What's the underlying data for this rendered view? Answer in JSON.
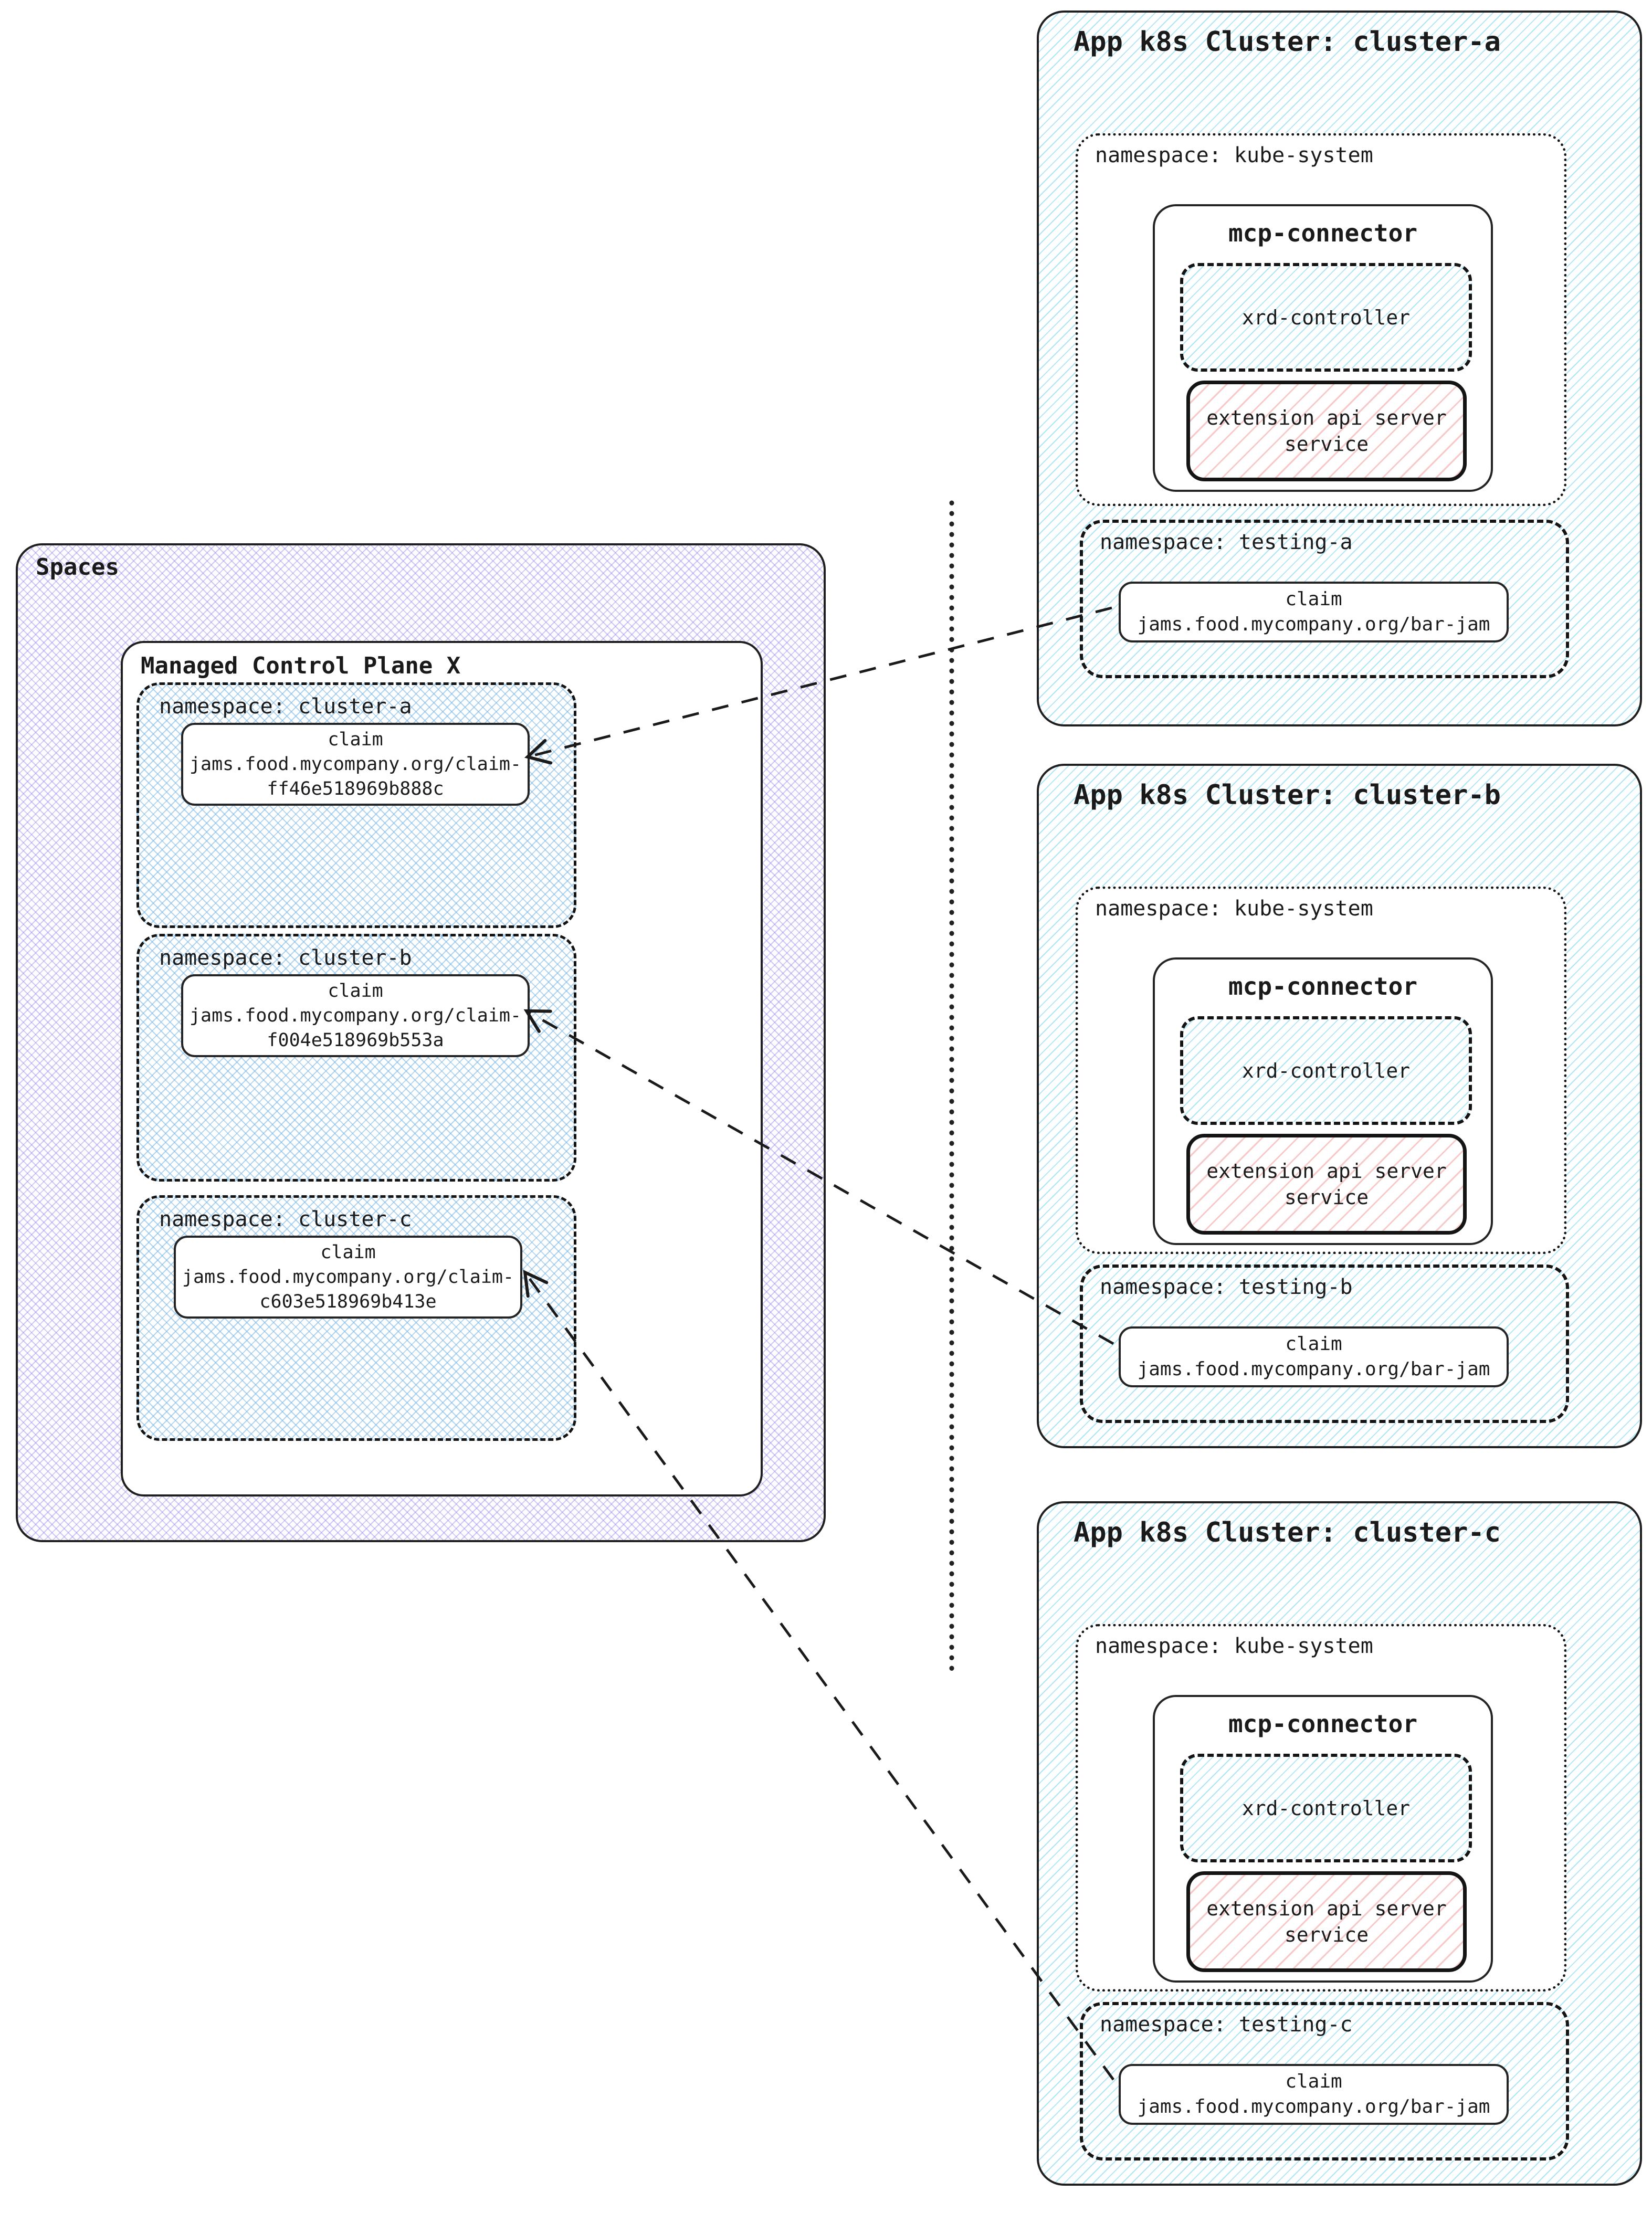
{
  "spaces": {
    "label": "Spaces",
    "control_plane": {
      "label": "Managed Control Plane X",
      "namespaces": [
        {
          "label": "namespace: cluster-a",
          "claim": {
            "kind": "claim",
            "resource_line1": "jams.food.mycompany.org/claim-",
            "resource_line2": "ff46e518969b888c"
          }
        },
        {
          "label": "namespace: cluster-b",
          "claim": {
            "kind": "claim",
            "resource_line1": "jams.food.mycompany.org/claim-",
            "resource_line2": "f004e518969b553a"
          }
        },
        {
          "label": "namespace: cluster-c",
          "claim": {
            "kind": "claim",
            "resource_line1": "jams.food.mycompany.org/claim-",
            "resource_line2": "c603e518969b413e"
          }
        }
      ]
    }
  },
  "clusters": [
    {
      "title": "App k8s Cluster: cluster-a",
      "kube_system": {
        "label": "namespace: kube-system",
        "mcp_connector": {
          "title": "mcp-connector",
          "xrd_controller": "xrd-controller",
          "ext_api_line1": "extension api server",
          "ext_api_line2": "service"
        }
      },
      "testing": {
        "label": "namespace: testing-a",
        "claim": {
          "kind": "claim",
          "resource": "jams.food.mycompany.org/bar-jam"
        }
      }
    },
    {
      "title": "App k8s Cluster: cluster-b",
      "kube_system": {
        "label": "namespace: kube-system",
        "mcp_connector": {
          "title": "mcp-connector",
          "xrd_controller": "xrd-controller",
          "ext_api_line1": "extension api server",
          "ext_api_line2": "service"
        }
      },
      "testing": {
        "label": "namespace: testing-b",
        "claim": {
          "kind": "claim",
          "resource": "jams.food.mycompany.org/bar-jam"
        }
      }
    },
    {
      "title": "App k8s Cluster: cluster-c",
      "kube_system": {
        "label": "namespace: kube-system",
        "mcp_connector": {
          "title": "mcp-connector",
          "xrd_controller": "xrd-controller",
          "ext_api_line1": "extension api server",
          "ext_api_line2": "service"
        }
      },
      "testing": {
        "label": "namespace: testing-c",
        "claim": {
          "kind": "claim",
          "resource": "jams.food.mycompany.org/bar-jam"
        }
      }
    }
  ],
  "colors": {
    "border": "#1f1f1f",
    "hatch_purple": "#9c88eb",
    "hatch_blue": "#7db9e6",
    "hatch_cyan": "#5acdee",
    "hatch_pink": "#f29c9c"
  }
}
